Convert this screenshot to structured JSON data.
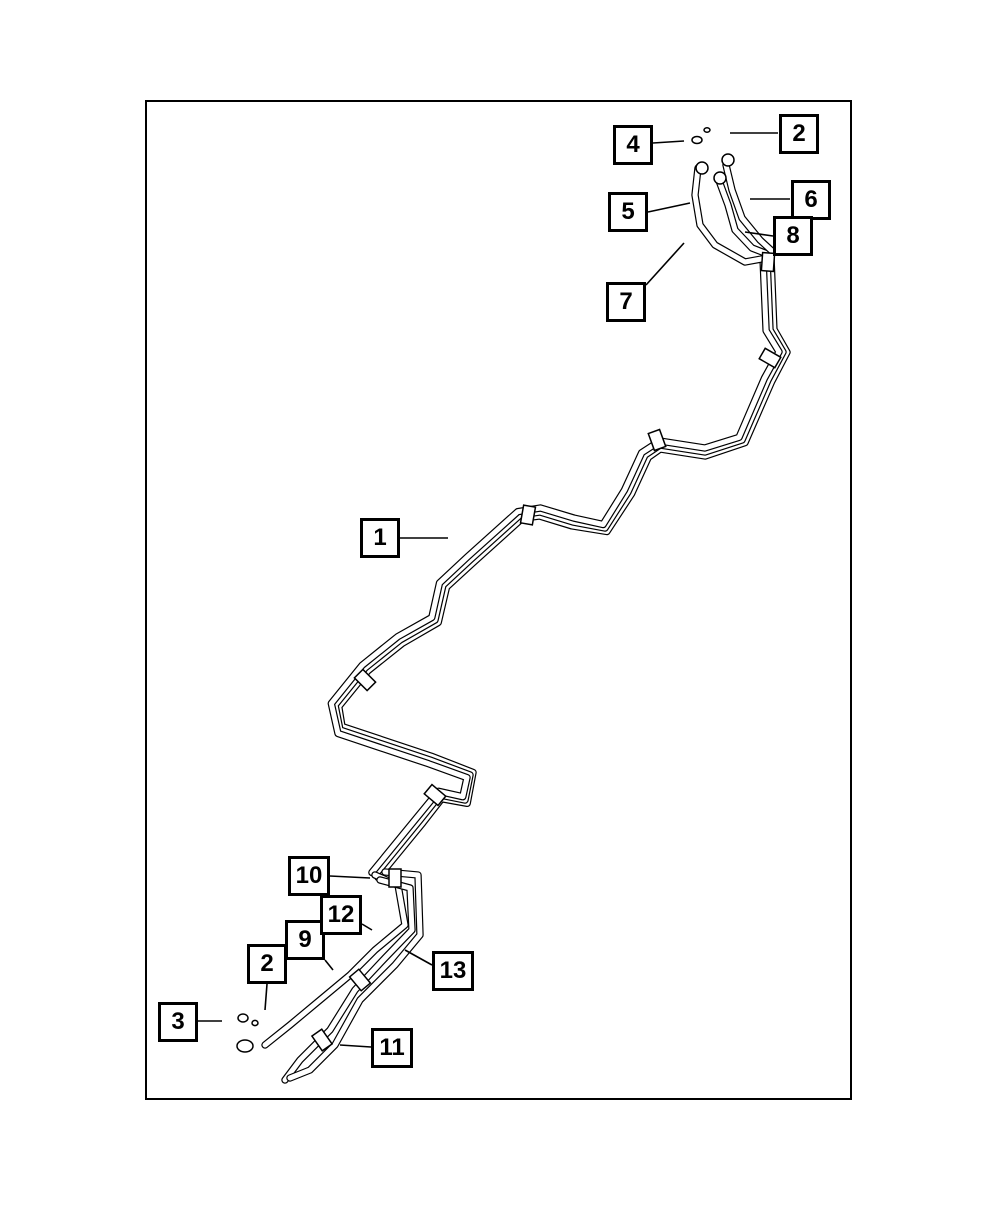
{
  "diagram": {
    "colors": {
      "line": "#000000",
      "tube": "#ffffff",
      "background": "#ffffff"
    },
    "callouts": [
      {
        "id": "c1",
        "label": "1"
      },
      {
        "id": "c2a",
        "label": "2"
      },
      {
        "id": "c2b",
        "label": "2"
      },
      {
        "id": "c3",
        "label": "3"
      },
      {
        "id": "c4",
        "label": "4"
      },
      {
        "id": "c5",
        "label": "5"
      },
      {
        "id": "c6",
        "label": "6"
      },
      {
        "id": "c7",
        "label": "7"
      },
      {
        "id": "c8",
        "label": "8"
      },
      {
        "id": "c9",
        "label": "9"
      },
      {
        "id": "c10",
        "label": "10"
      },
      {
        "id": "c11",
        "label": "11"
      },
      {
        "id": "c12",
        "label": "12"
      },
      {
        "id": "c13",
        "label": "13"
      }
    ]
  }
}
